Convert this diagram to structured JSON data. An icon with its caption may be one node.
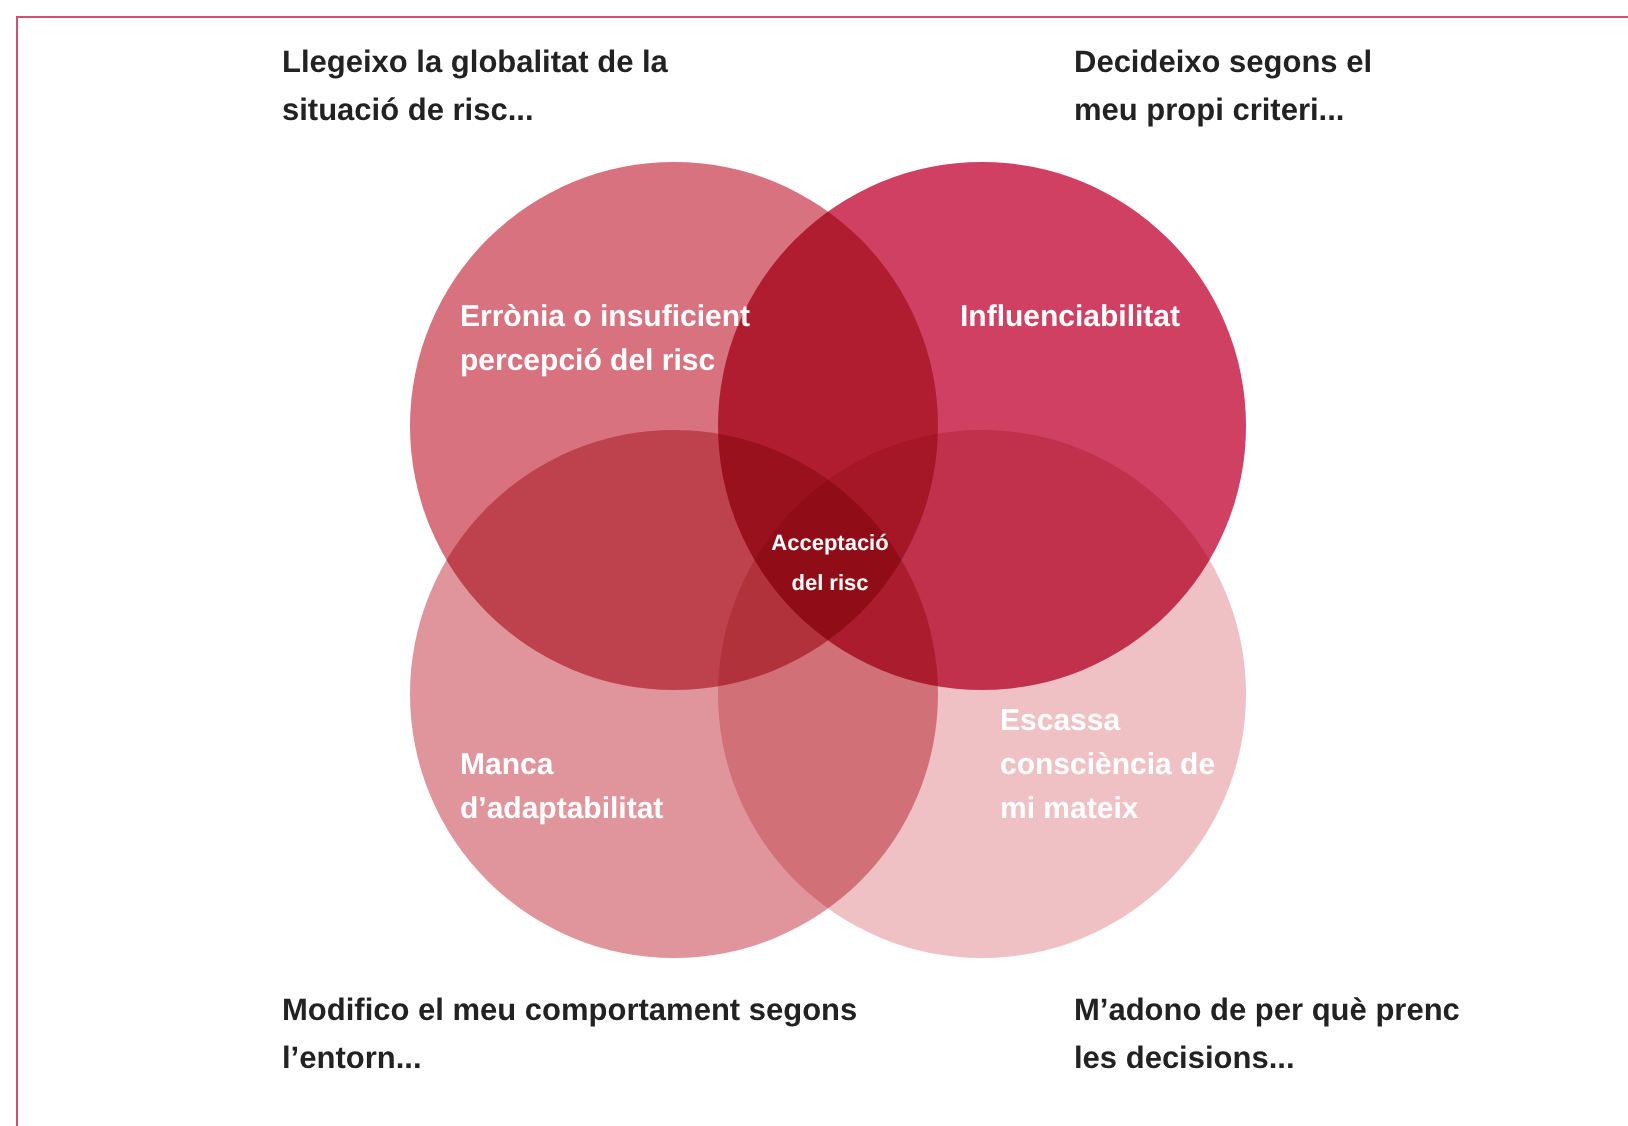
{
  "diagram": {
    "nodes": [
      {
        "text": [
          "Errònia o insuficient percepció del risc"
        ]
      },
      {
        "text": [
          "Influenciabilitat"
        ]
      },
      {
        "text": [
          "Manca d’adaptabilitat"
        ]
      },
      {
        "text": [
          "Escassa consciència de mi mateix"
        ]
      }
    ],
    "labels": [
      "Llegeixo la globalitat de la situació de risc...",
      "Decideixo segons el meu propi criteri...",
      "Acceptació del risc",
      "Modifico el meu comportament segons l’entorn...",
      "M’adono de per què prenc les decisions..."
    ]
  }
}
